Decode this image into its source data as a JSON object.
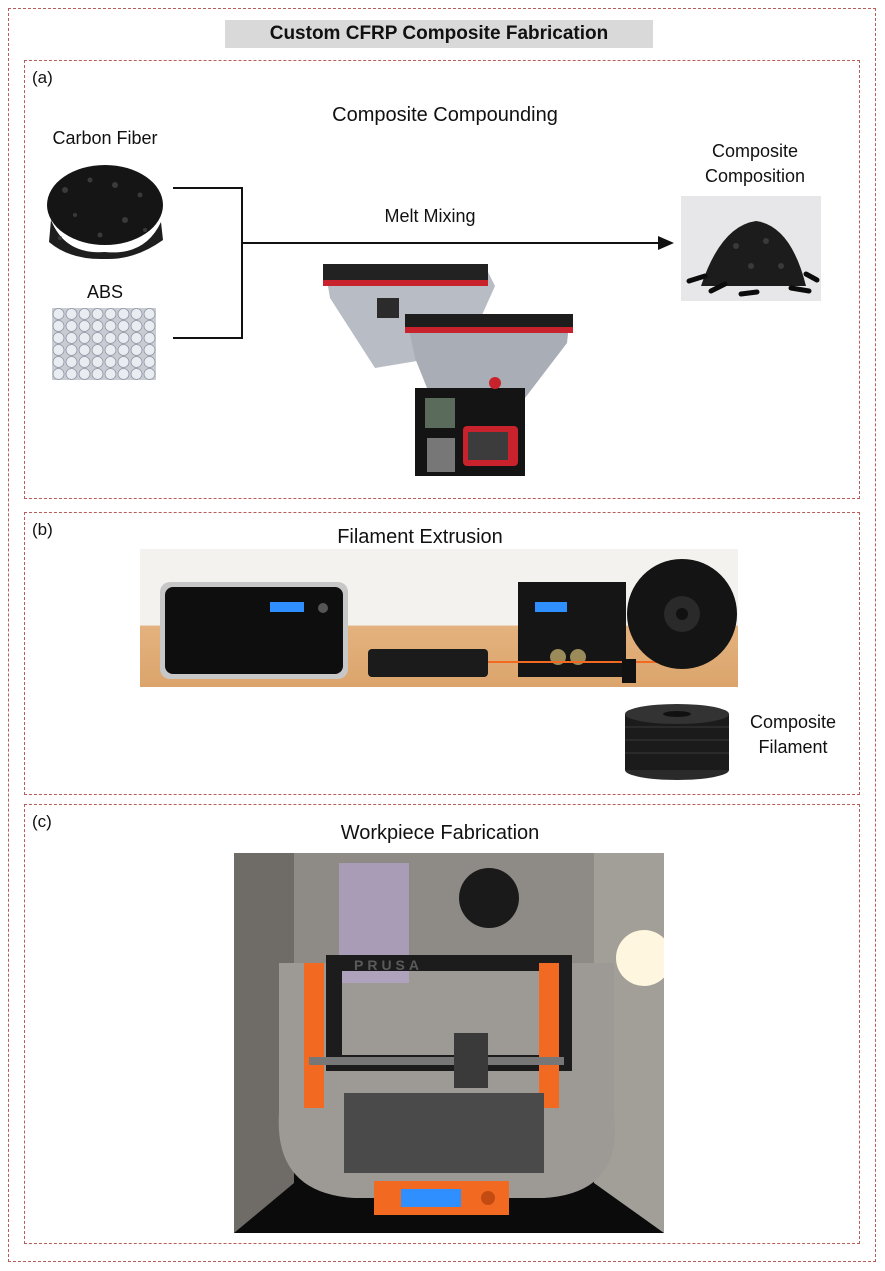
{
  "title": "Custom CFRP Composite Fabrication",
  "panel_a": {
    "label": "(a)",
    "heading": "Composite Compounding",
    "input1": "Carbon Fiber",
    "input2": "ABS",
    "process": "Melt Mixing",
    "output_line1": "Composite",
    "output_line2": "Composition"
  },
  "panel_b": {
    "label": "(b)",
    "heading": "Filament Extrusion",
    "output_line1": "Composite",
    "output_line2": "Filament"
  },
  "panel_c": {
    "label": "(c)",
    "heading": "Workpiece Fabrication",
    "printer_logo": "PRUSA"
  },
  "colors": {
    "border_dashed": "#b85c5c",
    "title_bg": "#d9d9d9",
    "printer_orange": "#f26a21",
    "lcd_blue": "#2f8fff"
  }
}
